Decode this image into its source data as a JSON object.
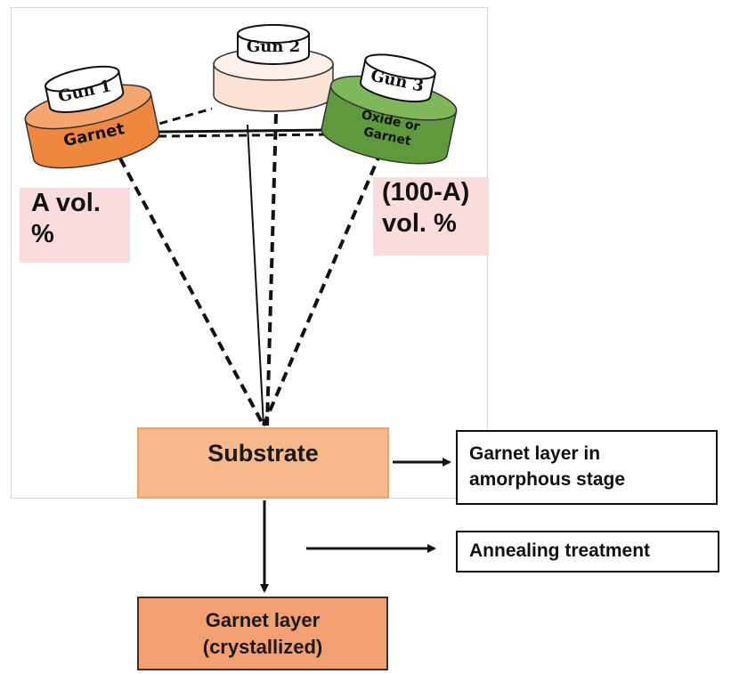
{
  "guns": [
    {
      "label": "Gun 1",
      "material": "Garnet"
    },
    {
      "label": "Gun 2"
    },
    {
      "label": "Gun 3",
      "material_line1": "Oxide or",
      "material_line2": "Garnet"
    }
  ],
  "fractions": {
    "gun1_line1": "A vol.",
    "gun1_line2": "%",
    "gun3_line1": "(100-A)",
    "gun3_line2": "vol.  %"
  },
  "substrate": "Substrate",
  "result": {
    "line1": "Garnet layer",
    "line2": "(crystallized)"
  },
  "notes": {
    "amorphous_line1": "Garnet layer in",
    "amorphous_line2": "amorphous stage",
    "annealing": "Annealing treatment"
  },
  "colors": {
    "gun1": "#f0873f",
    "gun2": "#fbe2d5",
    "gun3": "#5e9a3c",
    "substrate": "#f7b88b",
    "result": "#f2a071",
    "fraction_box": "#f9dcdb"
  }
}
